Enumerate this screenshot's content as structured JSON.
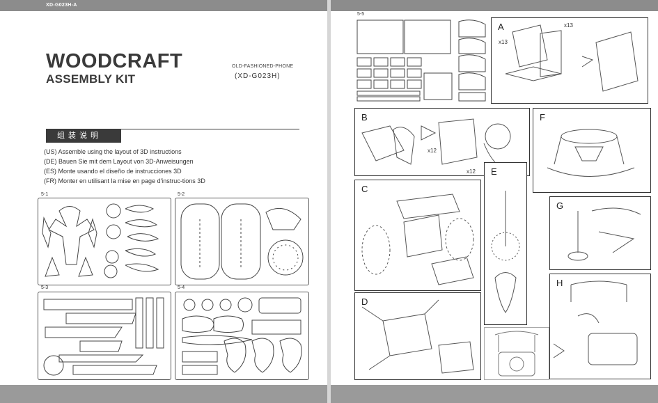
{
  "left_page": {
    "code_tag": "XD-G023H-A",
    "title_line1": "WOODCRAFT",
    "title_line2": "ASSEMBLY KIT",
    "model_name": "OLD-FASHIONED-PHONE",
    "model_code": "(XD-G023H)",
    "section_title": "组装说明",
    "instructions": [
      "(US) Assemble using the layout of 3D instructions",
      "(DE) Bauen Sie mit dem Layout von 3D-Anweisungen",
      "(ES) Monte usando el diseño de instrucciones 3D",
      "(FR) Monter en utilisant la mise en page d'instruc-tions 3D"
    ],
    "panels": [
      "5-1",
      "5-2",
      "5-3",
      "5-4"
    ]
  },
  "right_page": {
    "sheet_label": "5-5",
    "steps": [
      "A",
      "B",
      "C",
      "D",
      "E",
      "F",
      "G",
      "H"
    ],
    "callouts": {
      "a_top": "x13",
      "a_left": "x13",
      "b_mid": "x12",
      "b_bottom": "x12"
    }
  },
  "colors": {
    "band": "#8c8c8c",
    "ink": "#333333",
    "page": "#ffffff",
    "gutter": "#d6d6d6"
  }
}
